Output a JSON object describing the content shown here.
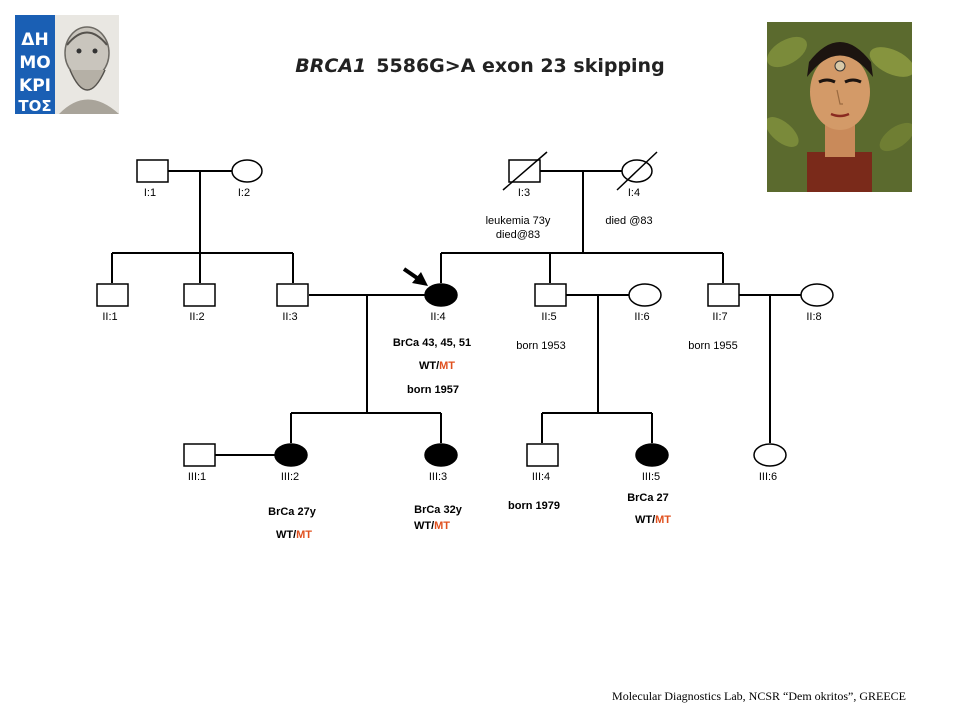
{
  "title": {
    "gene": "BRCA1",
    "variant": "5586G>A exon 23 skipping"
  },
  "footer": "Molecular Diagnostics Lab, NCSR “Dem okritos”, GREECE",
  "logo": {
    "text": "ΔΗΜΟΚΡΙΤΟΣ"
  },
  "individuals": {
    "I1": "I:1",
    "I2": "I:2",
    "I3": "I:3",
    "I4": "I:4",
    "II1": "II:1",
    "II2": "II:2",
    "II3": "II:3",
    "II4": "II:4",
    "II5": "II:5",
    "II6": "II:6",
    "II7": "II:7",
    "II8": "II:8",
    "III1": "III:1",
    "III2": "III:2",
    "III3": "III:3",
    "III4": "III:4",
    "III5": "III:5",
    "III6": "III:6"
  },
  "annotations": {
    "I3_line1": "leukemia 73y",
    "I3_line2": "died@83",
    "I4": "died @83",
    "II4_line1": "BrCa 43, 45, 51",
    "II4_born": "born 1957",
    "II5": "born 1953",
    "II7": "born 1955",
    "III2": "BrCa 27y",
    "III3": "BrCa 32y",
    "III4": "born 1979",
    "III5": "BrCa 27"
  },
  "genotype": {
    "wt": "WT",
    "sep": "/",
    "mt": "MT"
  },
  "colors": {
    "mt": "#e0501e",
    "affected": "#000000",
    "logo_blue": "#1a5fb4"
  }
}
